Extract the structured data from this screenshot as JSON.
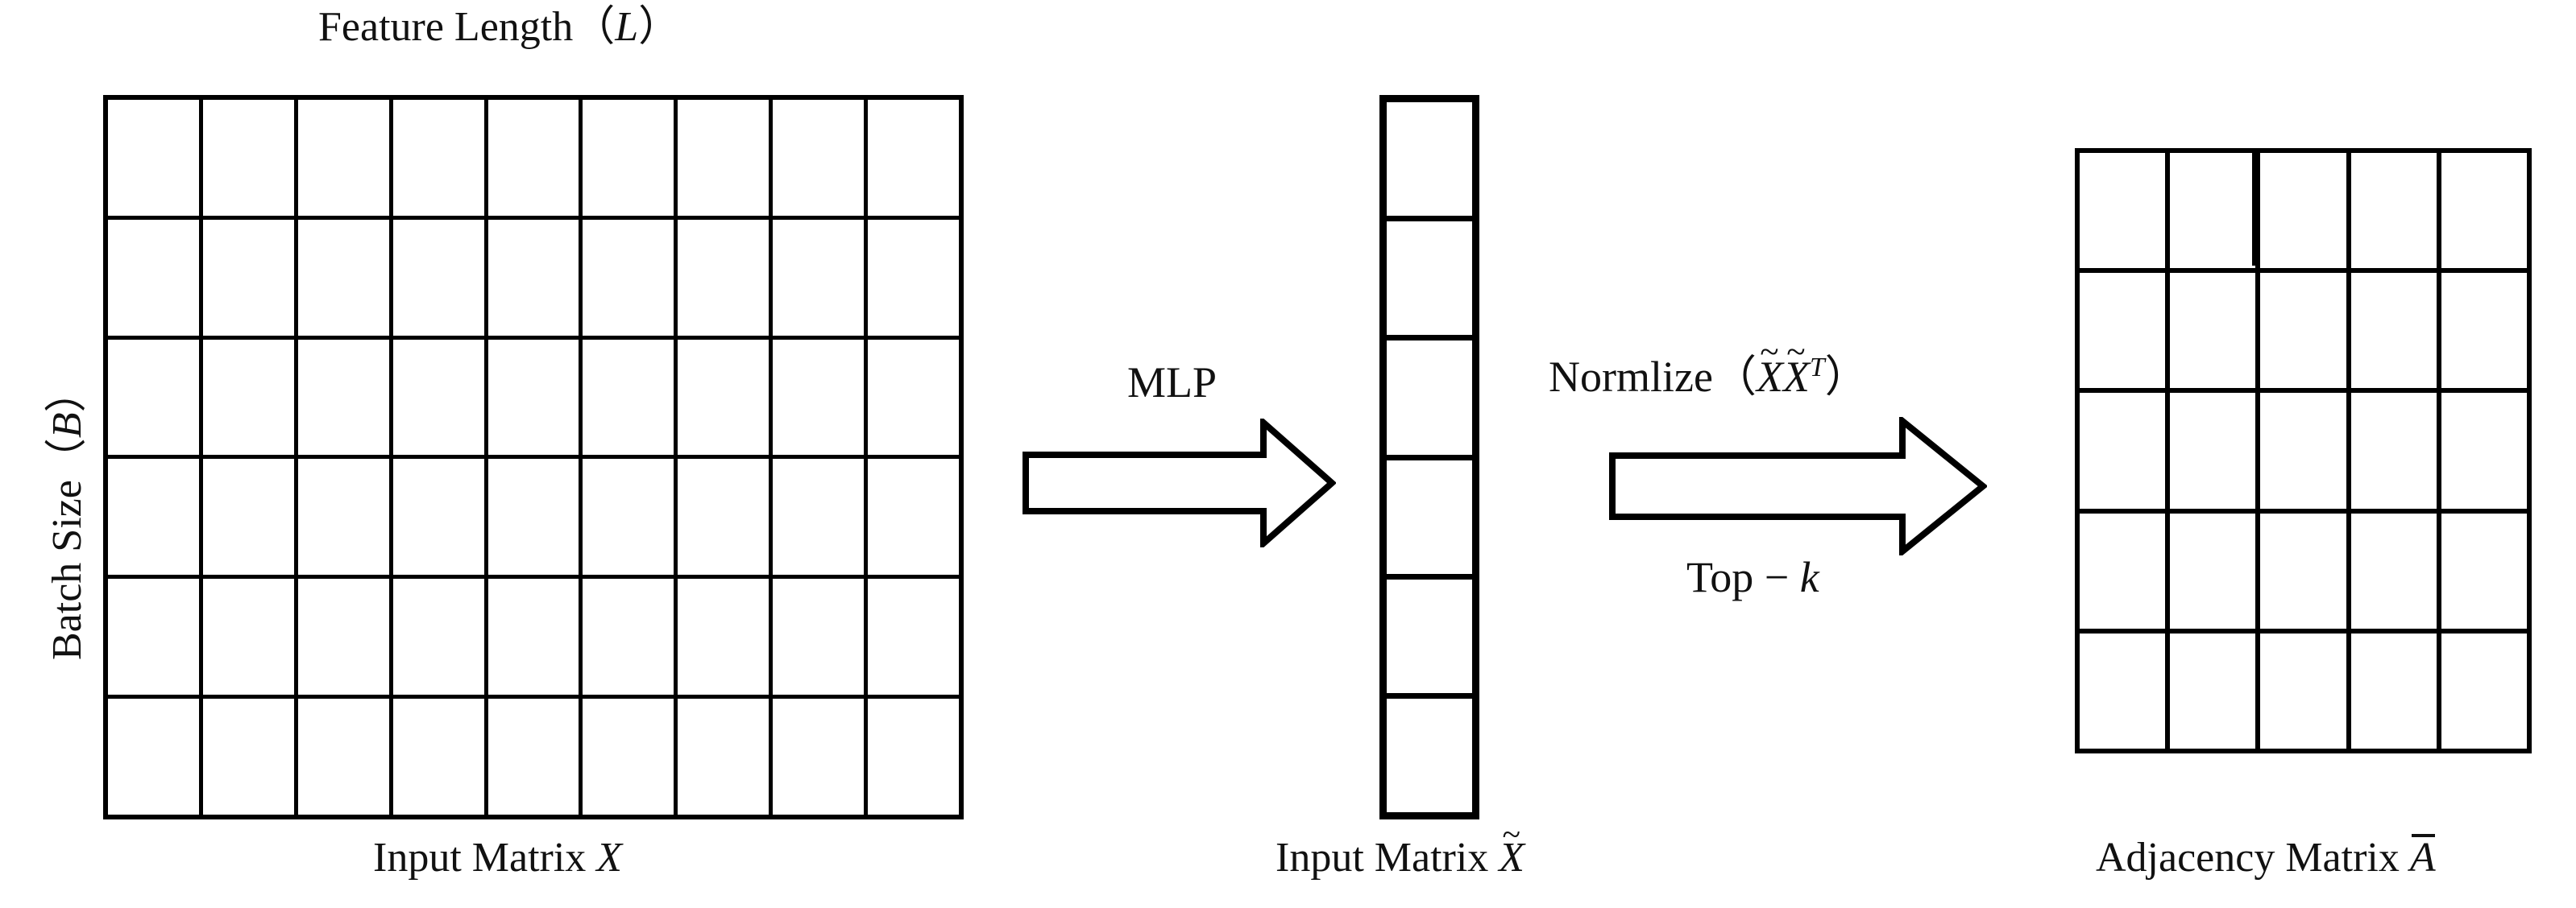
{
  "figure": {
    "background": "#ffffff",
    "stroke": "#000000"
  },
  "axes": {
    "top_label_text": "Feature Length",
    "top_label_paren_open": "（",
    "top_label_symbol": "L",
    "top_label_paren_close": "）",
    "left_label_text": "Batch Size",
    "left_label_paren_open": "（",
    "left_label_symbol": "B",
    "left_label_paren_close": "）"
  },
  "stages": [
    {
      "name": "input-matrix",
      "caption_text": "Input Matrix",
      "caption_symbol": "X",
      "rows": 6,
      "cols": 9
    },
    {
      "name": "input-vector",
      "caption_text": "Input Matrix",
      "caption_symbol": "X",
      "caption_symbol_accent": "tilde",
      "rows": 6,
      "cols": 1
    },
    {
      "name": "adjacency-matrix",
      "caption_text": "Adjacency Matrix",
      "caption_symbol": "A",
      "caption_symbol_accent": "bar",
      "rows": 5,
      "cols": 5
    }
  ],
  "arrows": [
    {
      "name": "mlp-arrow",
      "label_above": "MLP",
      "label_below": "",
      "direction": "right"
    },
    {
      "name": "normalize-arrow",
      "label_above_text": "Normlize",
      "label_above_paren_open": "（",
      "label_above_expr_1": "X",
      "label_above_expr_2": "X",
      "label_above_expr_sup": "T",
      "label_above_paren_close": "）",
      "label_below_prefix": "Top",
      "label_below_minus": "−",
      "label_below_symbol": "k",
      "direction": "right"
    }
  ],
  "chart_data": {
    "type": "diagram",
    "title": "Graph construction pipeline: MLP projection then normalized Gram matrix with Top-k sparsification",
    "nodes": [
      {
        "id": "X",
        "label": "Input Matrix X",
        "shape": "grid",
        "rows": 6,
        "cols": 9
      },
      {
        "id": "Xtilde",
        "label": "Input Matrix X̃",
        "shape": "grid",
        "rows": 6,
        "cols": 1
      },
      {
        "id": "Abar",
        "label": "Adjacency Matrix Ā",
        "shape": "grid",
        "rows": 5,
        "cols": 5
      }
    ],
    "edges": [
      {
        "from": "X",
        "to": "Xtilde",
        "label": "MLP"
      },
      {
        "from": "Xtilde",
        "to": "Abar",
        "label": "Normlize（X̃X̃ᵀ） / Top − k"
      }
    ],
    "annotations": [
      {
        "text": "Feature Length（L）",
        "position": "top-of-X",
        "axis": "columns"
      },
      {
        "text": "Batch Size（B）",
        "position": "left-of-X",
        "axis": "rows",
        "rotation": -90
      }
    ]
  }
}
